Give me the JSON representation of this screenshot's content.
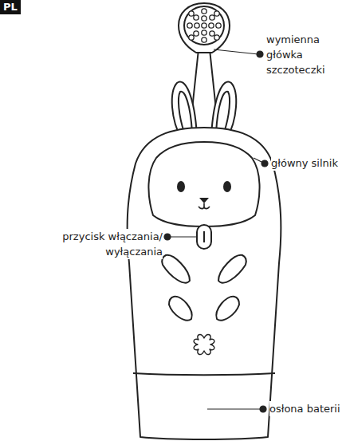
{
  "diagram": {
    "nodes": [
      {
        "text": [
          "PL"
        ]
      }
    ],
    "labels": [
      "wymienna główka szczoteczki",
      "główny silnik",
      "przycisk włączania/ wyłączania",
      "osłona baterii"
    ]
  }
}
